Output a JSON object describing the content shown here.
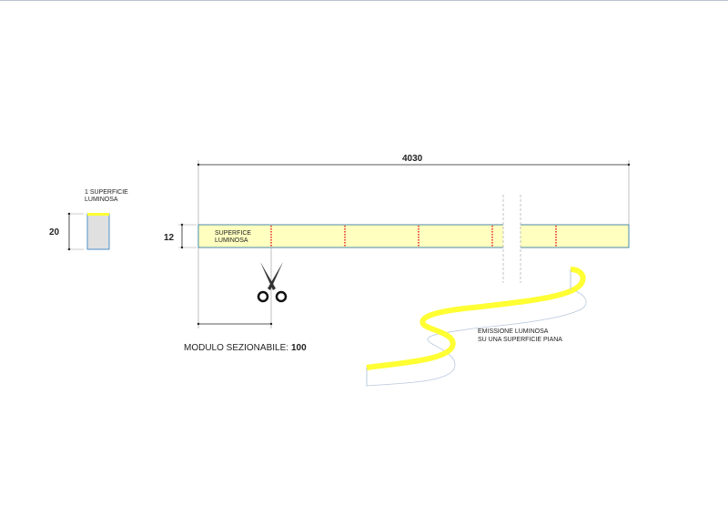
{
  "section": {
    "title_line1": "1 SUPERFICIE",
    "title_line2": "LUMINOSA",
    "height_dim": "20"
  },
  "strip": {
    "length_dim": "4030",
    "height_dim": "12",
    "surface_line1": "SUPERFICE",
    "surface_line2": "LUMINOSA"
  },
  "module": {
    "label": "MODULO SEZIONABILE:",
    "value": "100"
  },
  "emission": {
    "line1": "EMISSIONE LUMINOSA",
    "line2": "SU UNA SUPERFICIE PIANA"
  },
  "colors": {
    "led_yellow": "#ffff33",
    "strip_fill": "#ffffc0",
    "outline_blue": "#4a90c8",
    "cut_red": "#e02020"
  }
}
